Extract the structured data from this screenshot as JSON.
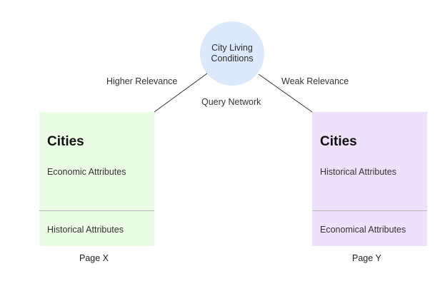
{
  "query": {
    "line1": "City Living",
    "line2": "Conditions",
    "network_label": "Query Network"
  },
  "edges": {
    "left_label": "Higher Relevance",
    "right_label": "Weak Relevance"
  },
  "pages": [
    {
      "title": "Cities",
      "primary_attribute": "Economic Attributes",
      "secondary_attribute": "Historical Attributes",
      "caption": "Page X",
      "color": "#ebfde5"
    },
    {
      "title": "Cities",
      "primary_attribute": "Historical Attributes",
      "secondary_attribute": "Economical Attributes",
      "caption": "Page Y",
      "color": "#efe1fb"
    }
  ],
  "colors": {
    "query_node": "#dce8fb",
    "connector": "#333333",
    "divider": "#b9b9b9"
  }
}
